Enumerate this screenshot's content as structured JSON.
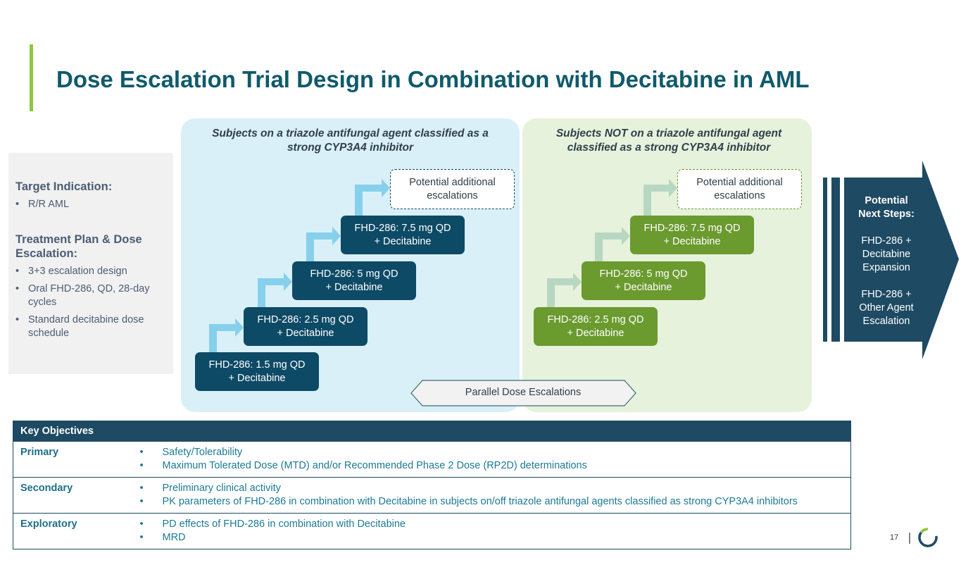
{
  "title": "Dose Escalation Trial Design in Combination with Decitabine in AML",
  "sidebar": {
    "target_heading": "Target Indication:",
    "target_items": [
      "R/R AML"
    ],
    "plan_heading": "Treatment Plan & Dose Escalation:",
    "plan_items": [
      "3+3 escalation design",
      "Oral FHD-286, QD, 28-day cycles",
      "Standard decitabine dose schedule"
    ]
  },
  "left_panel": {
    "heading": "Subjects on a triazole antifungal agent classified as a strong CYP3A4 inhibitor",
    "steps": [
      {
        "l1": "FHD-286: 1.5 mg QD",
        "l2": "+ Decitabine"
      },
      {
        "l1": "FHD-286: 2.5 mg QD",
        "l2": "+ Decitabine"
      },
      {
        "l1": "FHD-286: 5 mg QD",
        "l2": "+ Decitabine"
      },
      {
        "l1": "FHD-286: 7.5 mg QD",
        "l2": "+ Decitabine"
      }
    ],
    "additional": {
      "l1": "Potential additional",
      "l2": "escalations"
    }
  },
  "right_panel": {
    "heading": "Subjects NOT on a triazole antifungal agent classified as a strong CYP3A4 inhibitor",
    "steps": [
      {
        "l1": "FHD-286: 2.5 mg QD",
        "l2": "+ Decitabine"
      },
      {
        "l1": "FHD-286: 5 mg QD",
        "l2": "+ Decitabine"
      },
      {
        "l1": "FHD-286: 7.5 mg QD",
        "l2": "+ Decitabine"
      }
    ],
    "additional": {
      "l1": "Potential additional",
      "l2": "escalations"
    }
  },
  "parallel_label": "Parallel Dose Escalations",
  "next_steps": {
    "heading1": "Potential",
    "heading2": "Next Steps:",
    "item1": [
      "FHD-286 +",
      "Decitabine",
      "Expansion"
    ],
    "item2": [
      "FHD-286 +",
      "Other Agent",
      "Escalation"
    ]
  },
  "objectives": {
    "header": "Key Objectives",
    "rows": [
      {
        "label": "Primary",
        "items": [
          "Safety/Tolerability",
          "Maximum Tolerated Dose (MTD) and/or Recommended Phase 2 Dose (RP2D) determinations"
        ]
      },
      {
        "label": "Secondary",
        "items": [
          "Preliminary clinical activity",
          "PK parameters of FHD-286 in combination with Decitabine in subjects on/off triazole antifungal agents classified as strong CYP3A4 inhibitors"
        ]
      },
      {
        "label": "Exploratory",
        "items": [
          "PD effects of FHD-286 in combination with Decitabine",
          "MRD"
        ]
      }
    ]
  },
  "page_number": "17",
  "colors": {
    "title": "#0f5a6b",
    "accent": "#8dc63f",
    "dark_box": "#0d4a66",
    "green_box": "#6b9a2f",
    "blue_arrow": "#86d0ec",
    "green_arrow": "#b7d7c3"
  }
}
